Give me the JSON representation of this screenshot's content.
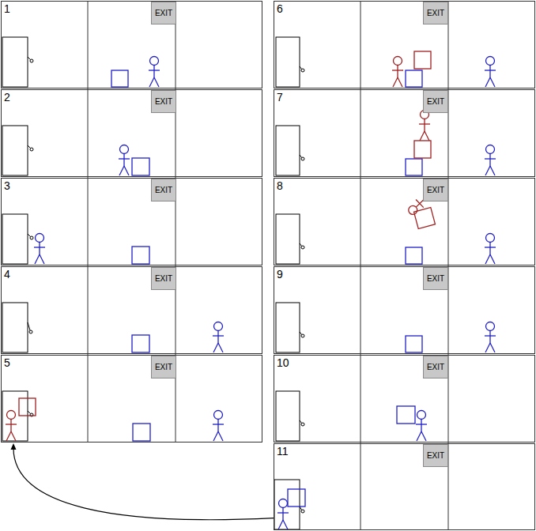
{
  "diagram": {
    "nodes": [
      {
        "text": [
          "1"
        ]
      },
      {
        "text": [
          "EXIT"
        ],
        "in": 0
      },
      {
        "text": [
          "2"
        ]
      },
      {
        "text": [
          "EXIT"
        ],
        "in": 2
      },
      {
        "text": [
          "3"
        ]
      },
      {
        "text": [
          "EXIT"
        ],
        "in": 4
      },
      {
        "text": [
          "4"
        ]
      },
      {
        "text": [
          "EXIT"
        ],
        "in": 6
      },
      {
        "text": [
          "5"
        ]
      },
      {
        "text": [
          "EXIT"
        ],
        "in": 8
      },
      {
        "text": [
          "6"
        ]
      },
      {
        "text": [
          "EXIT"
        ],
        "in": 10
      },
      {
        "text": [
          "7"
        ]
      },
      {
        "text": [
          "EXIT"
        ],
        "in": 12
      },
      {
        "text": [
          "8"
        ]
      },
      {
        "text": [
          "EXIT"
        ],
        "in": 14
      },
      {
        "text": [
          "9"
        ]
      },
      {
        "text": [
          "EXIT"
        ],
        "in": 16
      },
      {
        "text": [
          "10"
        ]
      },
      {
        "text": [
          "EXIT"
        ],
        "in": 18
      },
      {
        "text": [
          "11"
        ]
      },
      {
        "text": [
          "EXIT"
        ],
        "in": 20
      }
    ],
    "edges": [
      {
        "from": 20,
        "to": 8,
        "arrow": "to"
      }
    ]
  }
}
